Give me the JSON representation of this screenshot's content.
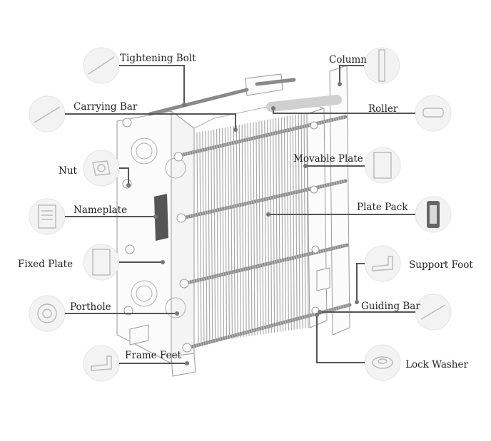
{
  "labels": {
    "tightening_bolt": "Tightening Bolt",
    "column": "Column",
    "carrying_bar": "Carrying Bar",
    "roller": "Roller",
    "nut": "Nut",
    "movable_plate": "Movable Plate",
    "nameplate": "Nameplate",
    "plate_pack": "Plate Pack",
    "fixed_plate": "Fixed Plate",
    "support_foot": "Support Foot",
    "porthole": "Porthole",
    "guiding_bar": "Guiding Bar",
    "frame_feet": "Frame Feet",
    "lock_washer": "Lock Washer"
  },
  "icons": [
    "tightening-bolt-icon",
    "column-icon",
    "carrying-bar-icon",
    "roller-icon",
    "nut-icon",
    "movable-plate-icon",
    "nameplate-icon",
    "plate-pack-icon",
    "fixed-plate-icon",
    "support-foot-icon",
    "porthole-icon",
    "guiding-bar-icon",
    "frame-feet-icon",
    "lock-washer-icon"
  ]
}
